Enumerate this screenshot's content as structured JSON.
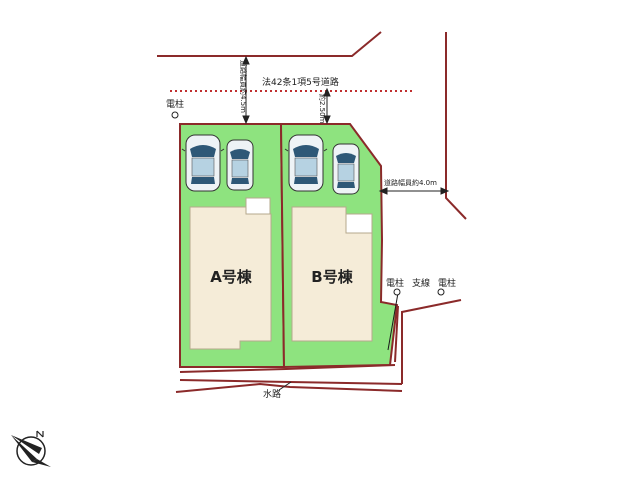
{
  "road_label": "法42条1項5号道路",
  "road_width_west": "道路幅員約4.5m",
  "road_width_mid": "約2.50m",
  "road_width_east": "道路幅員約4.0m",
  "pole_label": "電柱",
  "branch_line_label": "支線",
  "waterway_label": "水路",
  "building_a": "A号棟",
  "building_b": "B号棟",
  "colors": {
    "boundary": "#8b2a2a",
    "lot_fill": "#8ee37f",
    "lot_edge": "#4a9a3e",
    "building_fill": "#f5ecd8",
    "building_edge": "#b5a98c",
    "road_dots": "#c03030"
  },
  "icons": [
    "compass-icon",
    "car-icon",
    "utility-pole-icon"
  ]
}
